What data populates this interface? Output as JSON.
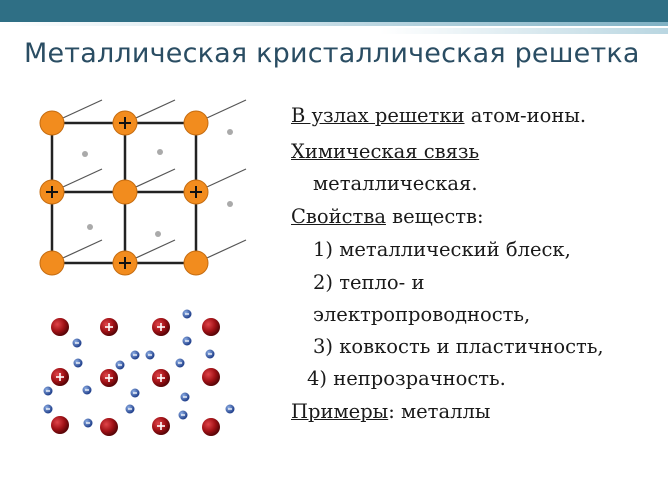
{
  "slide": {
    "title": "Металлическая кристаллическая решетка",
    "lines": {
      "l1_u": "В узлах решетки",
      "l1_rest": " атом-ионы.",
      "l2_u": "Химическая связь",
      "l3": "металлическая.",
      "l4_u": "Свойства",
      "l4_rest": " веществ:",
      "l5": "1) металлический блеск,",
      "l6": "2) тепло- и",
      "l7": "электропроводность,",
      "l8": "3) ковкость и пластичность,",
      "l9": "4) непрозрачность.",
      "l10_u": "Примеры",
      "l10_rest": ": металлы"
    }
  },
  "colors": {
    "accent_bar": "#2f6f85",
    "title": "#2a4d63",
    "atom_orange": "#f28c1e",
    "ion_red": "#8b0d12",
    "electron_blue": "#1f3e8a"
  },
  "icons": {
    "plus": "+",
    "minus": "−"
  }
}
